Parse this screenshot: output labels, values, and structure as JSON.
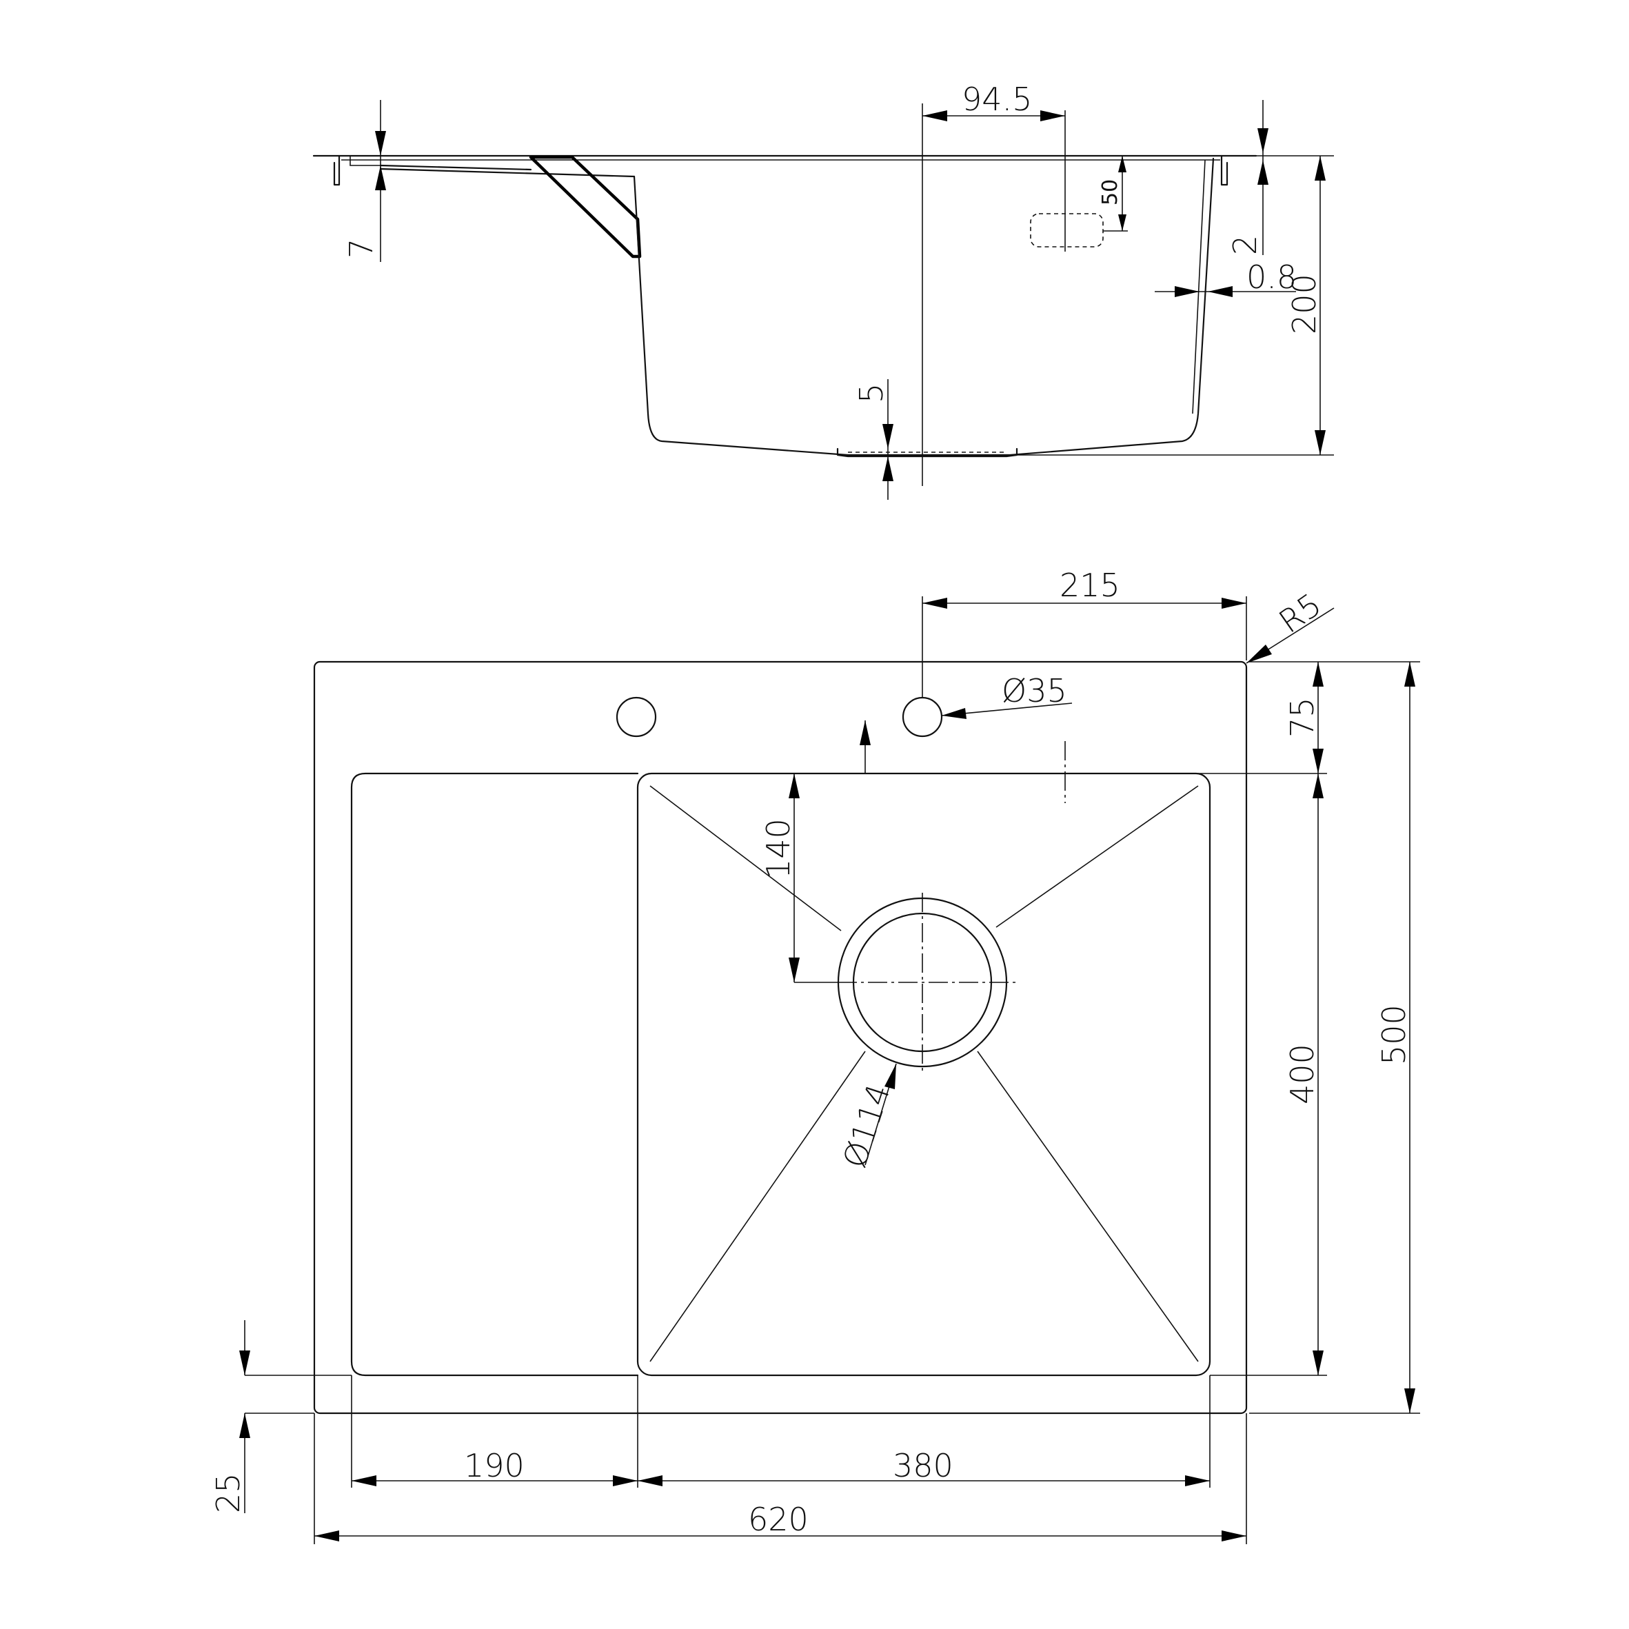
{
  "drawing": {
    "section": {
      "dim_rim_thickness": "7",
      "dim_overflow_offset": "94.5",
      "dim_overflow_depth": "50",
      "dim_rim_step": "2",
      "dim_wall_thickness": "0.8",
      "dim_total_depth": "200",
      "dim_drain_recess": "5"
    },
    "plan": {
      "dim_tap_hole_offset": "215",
      "dim_corner_radius": "R5",
      "dim_tap_hole_diameter": "Ø35",
      "dim_tap_hole_edge": "75",
      "dim_drain_center": "140",
      "dim_drain_diameter": "Ø114",
      "dim_bowl_length": "400",
      "dim_overall_width": "500",
      "dim_front_edge": "25",
      "dim_drainboard_width": "190",
      "dim_bowl_width": "380",
      "dim_overall_length": "620"
    }
  }
}
